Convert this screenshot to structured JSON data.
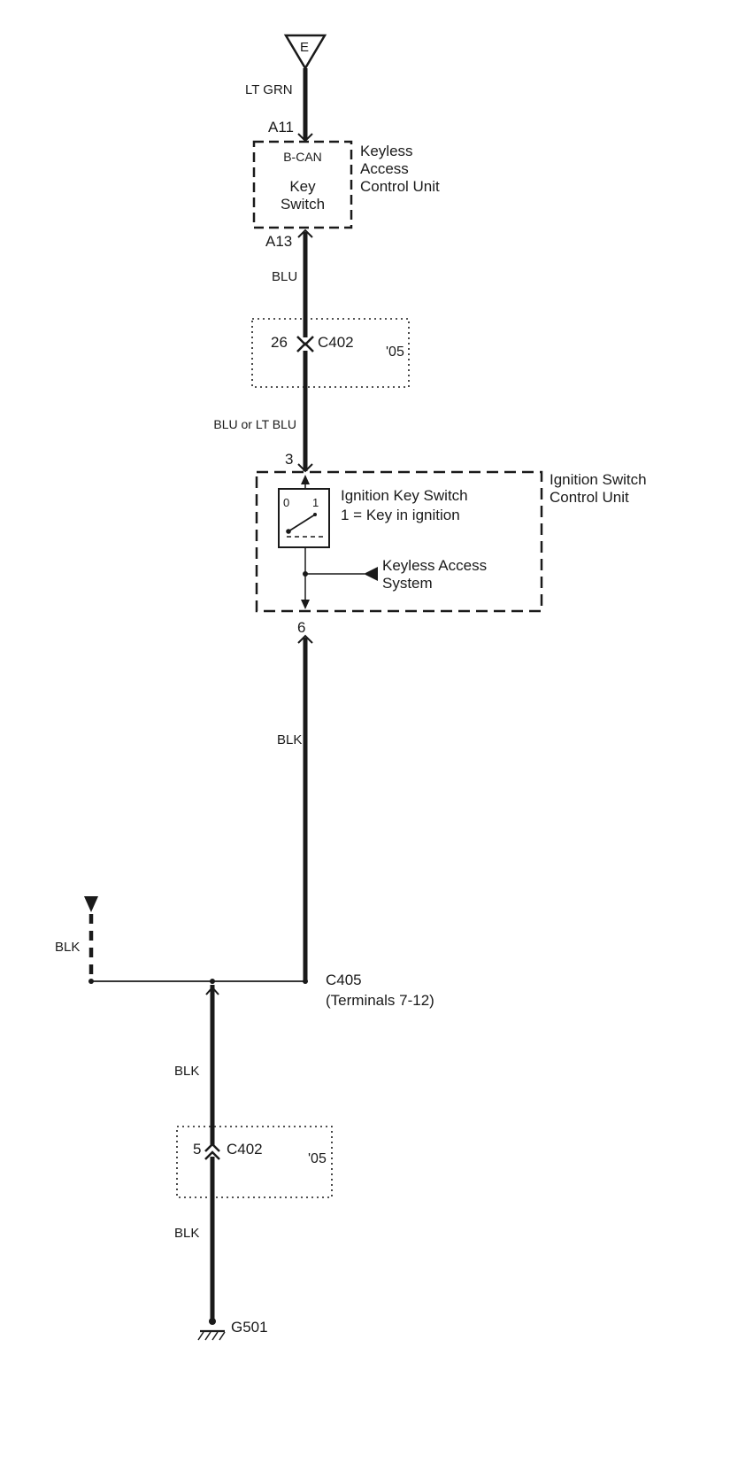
{
  "diagram": {
    "page_connector": "E",
    "ink_color": "#1a1a1a",
    "background_color": "#ffffff",
    "terminals": {
      "a11": "A11",
      "a13": "A13",
      "t3": "3",
      "t6": "6"
    },
    "wire_colors": {
      "top": "LT GRN",
      "blu": "BLU",
      "blu_or_lt_blu": "BLU or LT BLU",
      "blk_main": "BLK",
      "blk_left": "BLK",
      "blk_mid": "BLK",
      "blk_bottom": "BLK"
    },
    "keyless_unit": {
      "bcan": "B-CAN",
      "component": "Key\nSwitch",
      "unit_name": "Keyless\nAccess\nControl Unit"
    },
    "c402_upper": {
      "pin": "26",
      "name": "C402",
      "year": "'05"
    },
    "ignition_unit": {
      "unit_name": "Ignition Switch\nControl Unit",
      "switch_title": "Ignition Key Switch",
      "switch_note": "1 = Key in ignition",
      "pos_off": "0",
      "pos_on": "1",
      "keyless_ref": "Keyless Access\nSystem"
    },
    "c405": {
      "name": "C405",
      "terminals": "(Terminals 7-12)"
    },
    "c402_lower": {
      "pin": "5",
      "name": "C402",
      "year": "'05"
    },
    "ground": {
      "name": "G501"
    }
  }
}
